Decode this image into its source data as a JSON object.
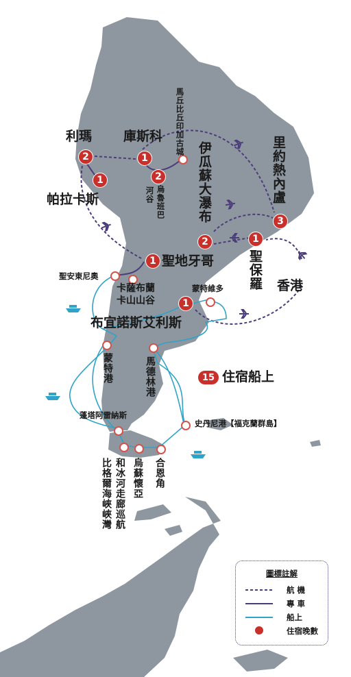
{
  "colors": {
    "land": "#8e979f",
    "land_dark": "#7e878f",
    "flight": "#4b3c7a",
    "car": "#4b3c7a",
    "ship": "#2fa3c8",
    "night_badge": "#c9302c",
    "stop_ring": "#d4524c"
  },
  "places": {
    "lima": "利瑪",
    "cusco": "庫斯科",
    "machu_picchu": "馬丘比丘印加古城",
    "urubamba": "烏魯班巴",
    "river_valley": "河谷",
    "paracas": "帕拉卡斯",
    "iguazu": "伊瓜蘇大瀑布",
    "rio": "里約熱內盧",
    "sao_paulo": "聖保羅",
    "hong_kong": "香港",
    "santiago": "聖地牙哥",
    "san_antonio": "聖安東尼奧",
    "casablanca_1": "卡薩布蘭",
    "casablanca_2": "卡山山谷",
    "montevideo": "蒙特維多",
    "buenos_aires": "布宜諾斯艾利斯",
    "puerto_montt": "蒙特港",
    "puerto_madryn": "馬德林港",
    "nights_on_ship": "住宿船上",
    "stanley": "史丹尼港【福克蘭群島】",
    "punta_arenas": "蓬塔阿雷納斯",
    "glacier_1": "和冰河走廊巡航",
    "glacier_2": "比格爾海峽峽灣",
    "ushuaia": "烏蘇懷亞",
    "cape_horn": "合恩角"
  },
  "nights": {
    "lima": "2",
    "paracas": "1",
    "cusco": "1",
    "urubamba": "2",
    "iguazu": "2",
    "sao_paulo": "1",
    "rio": "3",
    "santiago": "1",
    "buenos_aires": "1",
    "ship": "15"
  },
  "legend": {
    "title": "圖標註解",
    "items": [
      {
        "label": "航 機",
        "symbol": "flight"
      },
      {
        "label": "專 車",
        "symbol": "car"
      },
      {
        "label": "船上",
        "symbol": "ship"
      },
      {
        "label": "住宿晚數",
        "symbol": "dot"
      }
    ]
  }
}
